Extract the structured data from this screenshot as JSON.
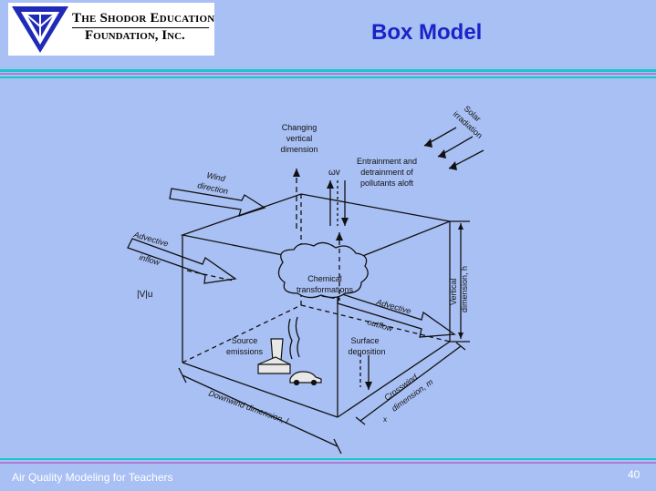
{
  "header": {
    "logo_line1": "The Shodor Education",
    "logo_line2": "Foundation, Inc.",
    "title": "Box Model"
  },
  "figure": {
    "labels": {
      "solar": "Solar",
      "irradiation": "irradiation",
      "changing1": "Changing",
      "changing2": "vertical",
      "changing3": "dimension",
      "entrain1": "Entrainment and",
      "entrain2": "detrainment of",
      "entrain3": "pollutants aloft",
      "omega": "ωv",
      "wind1": "Wind",
      "wind2": "direction",
      "adv_in1": "Advective",
      "adv_in2": "inflow",
      "flux_in": "|V|u",
      "chem1": "Chemical",
      "chem2": "transformations",
      "adv_out1": "Advective",
      "adv_out2": "outflow",
      "vert1": "Vertical",
      "vert2": "dimension, h",
      "src1": "Source",
      "src2": "emissions",
      "surf1": "Surface",
      "surf2": "deposition",
      "down": "Downwind  dimension, l",
      "cross1": "Crosswind",
      "cross2": "dimension, m",
      "x_axis": "x"
    }
  },
  "footer": {
    "text": "Air Quality Modeling for Teachers",
    "page": "40"
  },
  "colors": {
    "background": "#a9c0f4",
    "title": "#1a23c8",
    "stripe_teal": "#17c8c8",
    "stripe_purple": "#b07ad8"
  }
}
